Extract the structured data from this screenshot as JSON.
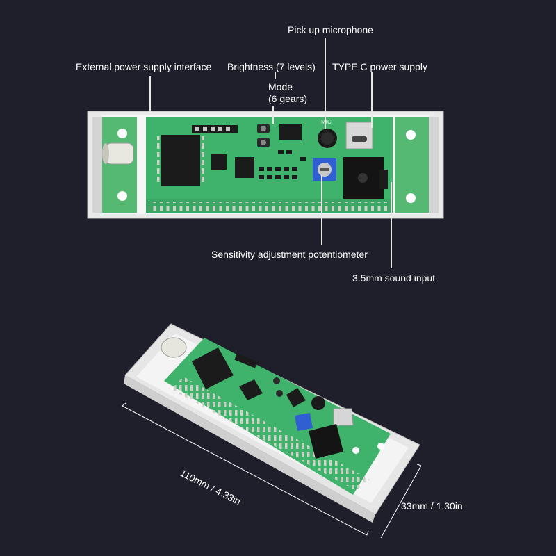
{
  "callouts": {
    "external_power": "External power supply interface",
    "brightness": "Brightness (7 levels)",
    "mode_line1": "Mode",
    "mode_line2": "(6 gears)",
    "microphone": "Pick up microphone",
    "type_c": "TYPE C power supply",
    "potentiometer": "Sensitivity adjustment potentiometer",
    "sound_input": "3.5mm sound input"
  },
  "dimensions": {
    "length": "110mm / 4.33in",
    "width": "33mm / 1.30in"
  },
  "pcb_marks": {
    "mic": "MIC"
  },
  "colors": {
    "background": "#1f1f2c",
    "pcb": "#3fb36b",
    "case": "#efefef",
    "potentiometer": "#2f5fd0"
  }
}
